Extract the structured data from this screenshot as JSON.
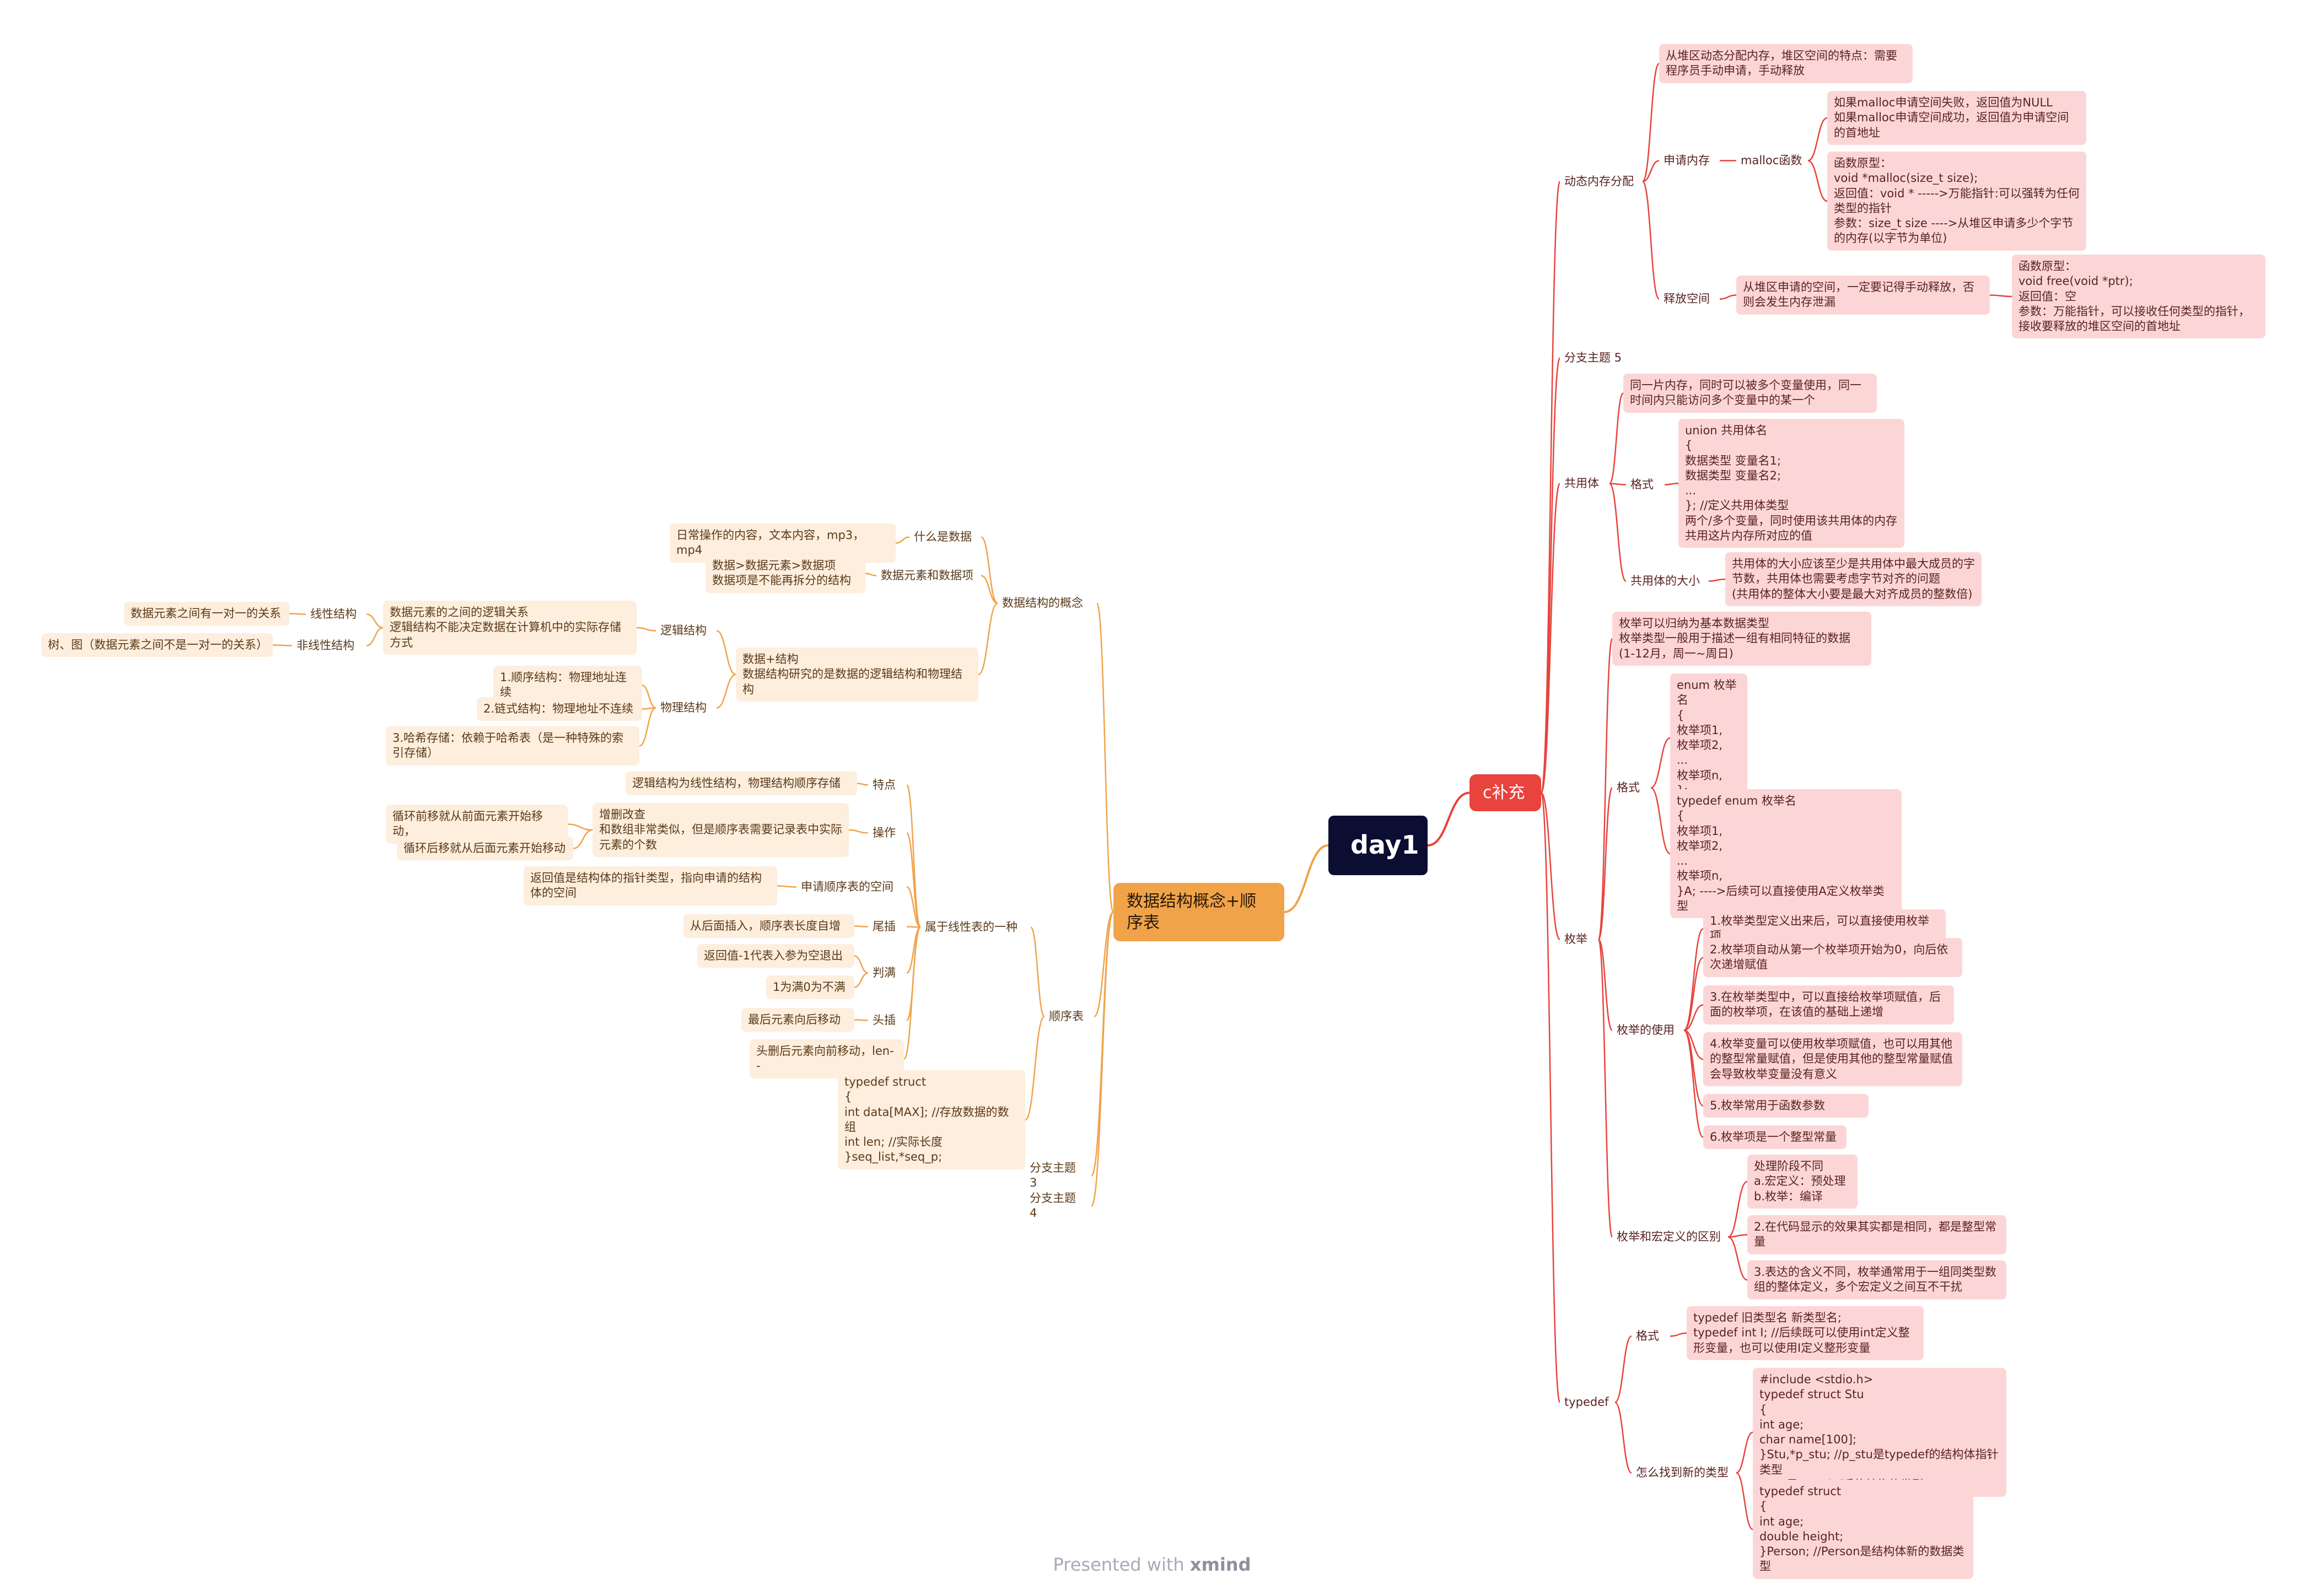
{
  "root": {
    "label": "day1"
  },
  "left_main": {
    "label": "数据结构概念+顺序表"
  },
  "right_main": {
    "label": "c补充"
  },
  "left": {
    "concept": {
      "label": "数据结构的概念",
      "what_is_data": {
        "label": "什么是数据",
        "text": "日常操作的内容，文本内容，mp3，mp4"
      },
      "element": {
        "label": "数据元素和数据项",
        "text": "数据>数据元素>数据项\n数据项是不能再拆分的结构"
      },
      "ds": {
        "text": "数据+结构\n数据结构研究的是数据的逻辑结构和物理结构",
        "logical": {
          "label": "逻辑结构",
          "text": "数据元素的之间的逻辑关系\n逻辑结构不能决定数据在计算机中的实际存储方式",
          "linear": {
            "label": "线性结构",
            "text": "数据元素之间有一对一的关系"
          },
          "nonlinear": {
            "label": "非线性结构",
            "text": "树、图（数据元素之间不是一对一的关系）"
          }
        },
        "physical": {
          "label": "物理结构",
          "items": [
            "1.顺序结构：物理地址连续",
            "2.链式结构：物理地址不连续",
            "3.哈希存储：依赖于哈希表（是一种特殊的索引存储）"
          ]
        }
      }
    },
    "seq": {
      "label": "顺序表",
      "belongs": {
        "label": "属于线性表的一种",
        "feature": {
          "label": "特点",
          "text": "逻辑结构为线性结构，物理结构顺序存储"
        },
        "op": {
          "label": "操作",
          "text": "增删改查\n和数组非常类似，但是顺序表需要记录表中实际元素的个数",
          "a": "循环前移就从前面元素开始移动，",
          "b": "循环后移就从后面元素开始移动"
        },
        "apply": {
          "label": "申请顺序表的空间",
          "text": "返回值是结构体的指针类型，指向申请的结构体的空间"
        },
        "tail": {
          "label": "尾插",
          "text": "从后面插入，顺序表长度自增"
        },
        "judge": {
          "label": "判满",
          "a": "返回值-1代表入参为空退出",
          "b": "1为满0为不满"
        },
        "head": {
          "label": "头插",
          "text": "最后元素向后移动"
        },
        "headdel": {
          "text": "头删后元素向前移动，len--"
        }
      },
      "code": "typedef struct\n{\n    int data[MAX];    //存放数据的数组\n    int len;     //实际长度\n}seq_list,*seq_p;"
    },
    "sub3": "分支主题 3",
    "sub4": "分支主题 4"
  },
  "right": {
    "dyn": {
      "label": "动态内存分配",
      "heap": "从堆区动态分配内存，堆区空间的特点：需要程序员手动申请，手动释放",
      "apply": {
        "label": "申请内存",
        "malloc": "malloc函数",
        "t1": "如果malloc申请空间失败，返回值为NULL\n如果malloc申请空间成功，返回值为申请空间的首地址",
        "t2": "函数原型：\nvoid *malloc(size_t size);\n返回值：void *    ----->万能指针:可以强转为任何类型的指针\n参数：size_t size   ---->从堆区申请多少个字节的内存(以字节为单位)"
      },
      "free": {
        "label": "释放空间",
        "text": "从堆区申请的空间，一定要记得手动释放，否则会发生内存泄漏",
        "proto": "函数原型：\nvoid free(void *ptr);\n返回值：空\n参数：万能指针，可以接收任何类型的指针，接收要释放的堆区空间的首地址"
      }
    },
    "sub5": "分支主题 5",
    "union": {
      "label": "共用体",
      "t1": "同一片内存，同时可以被多个变量使用，同一时间内只能访问多个变量中的某一个",
      "fmt": {
        "label": "格式",
        "text": "union 共用体名\n{\n    数据类型 变量名1;\n    数据类型 变量名2;\n    ...\n};   //定义共用体类型\n两个/多个变量，同时使用该共用体的内存\n共用这片内存所对应的值"
      },
      "size": {
        "label": "共用体的大小",
        "text": "共用体的大小应该至少是共用体中最大成员的字节数，共用体也需要考虑字节对齐的问题\n(共用体的整体大小要是最大对齐成员的整数倍)"
      }
    },
    "enum": {
      "label": "枚举",
      "t1": "枚举可以归纳为基本数据类型\n枚举类型一般用于描述一组有相同特征的数据(1-12月，周一~周日)",
      "fmt": {
        "label": "格式",
        "a": "enum 枚举名\n{\n    枚举项1,\n    枚举项2,\n    ...\n    枚举项n,\n};",
        "b": "typedef enum 枚举名\n{\n    枚举项1,\n    枚举项2,\n    ...\n    枚举项n,\n}A;   ---->后续可以直接使用A定义枚举类型"
      },
      "use": {
        "label": "枚举的使用",
        "items": [
          "1.枚举类型定义出来后，可以直接使用枚举项",
          "2.枚举项自动从第一个枚举项开始为0，向后依次递增赋值",
          "3.在枚举类型中，可以直接给枚举项赋值，后面的枚举项，在该值的基础上递增",
          "4.枚举变量可以使用枚举项赋值，也可以用其他的整型常量赋值，但是使用其他的整型常量赋值会导致枚举变量没有意义",
          "5.枚举常用于函数参数",
          "6.枚举项是一个整型常量"
        ]
      },
      "diff": {
        "label": "枚举和宏定义的区别",
        "items": [
          "处理阶段不同\na.宏定义：预处理\nb.枚举：编译",
          "2.在代码显示的效果其实都是相同，都是整型常量",
          "3.表达的含义不同，枚举通常用于一组同类型数组的整体定义，多个宏定义之间互不干扰"
        ]
      }
    },
    "typedef": {
      "label": "typedef",
      "fmt": {
        "label": "格式",
        "text": "typedef 旧类型名 新类型名;\ntypedef int I; //后续既可以使用int定义整形变量，也可以使用I定义整形变量"
      },
      "find": {
        "label": "怎么找到新的类型",
        "a": "#include <stdio.h>\ntypedef struct Stu\n{\n    int age;\n    char name[100];\n}Stu,*p_stu; //p_stu是typedef的结构体指针类型\n//Stu是typedef后的结构体类型",
        "b": "typedef struct\n{\n    int age;\n    double height;\n}Person;  //Person是结构体新的数据类型"
      }
    }
  },
  "footer": {
    "prefix": "Presented with",
    "brand": "xmind"
  },
  "colors": {
    "root": "#0b0d33",
    "left_branch": "#f1a34a",
    "right_branch": "#e8433c",
    "left_node": "#fdeedd",
    "right_node": "#fcd6d6"
  }
}
